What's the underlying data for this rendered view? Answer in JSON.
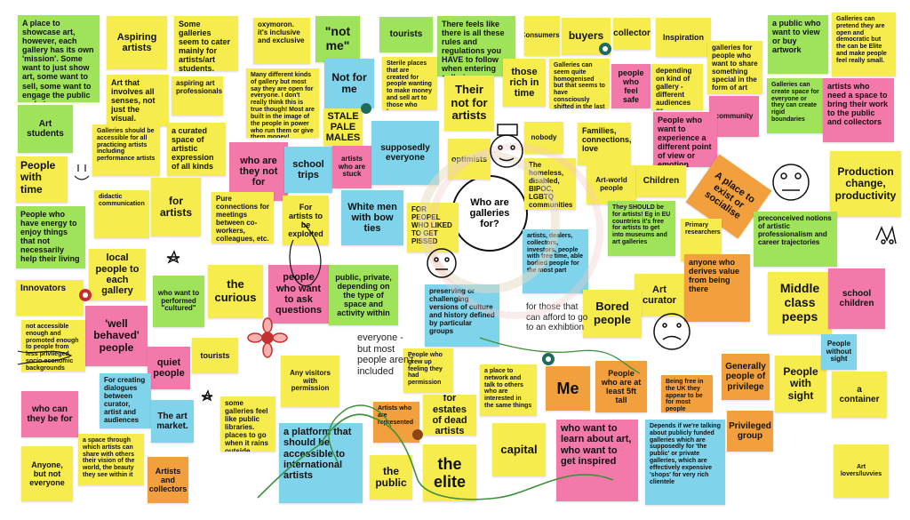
{
  "colors": {
    "yellow": "#f7ec4e",
    "green": "#9fe35a",
    "cyan": "#7fd3ea",
    "pink": "#f279a9",
    "orange": "#f2a03d"
  },
  "center": {
    "title": "Who are galleries for?"
  },
  "notes": {
    "n1": "A place to showcase art, however, each gallery has its own 'mission'. Some want to just show art, some want to sell, some want to engage the public and etc.",
    "n2": "Aspiring artists",
    "n3": "Some galleries seem to cater mainly for artists/art students.",
    "n4": "oxymoron. it's inclusive and exclusive",
    "n5": "\"not me\"",
    "n6": "tourists",
    "n7": "There feels like there is all these rules and regulations you HAVE to follow when entering galleries.",
    "n8": "Consumers?",
    "n9": "buyers",
    "n10": "collector",
    "n11": "Inspiration",
    "n12": "a public who want to view or buy artwork",
    "n13": "Galleries can pretend they are open and democratic but the can be Elite and make people feel really small.",
    "n14": "Art that involves all senses, not just the visual.",
    "n15": "aspiring art professionals",
    "n16": "Many different kinds of gallery but most say they are open for everyone. I don't really think this is true though! Most are built in the image of the people in power who run them or give them money!",
    "n17": "Not for me",
    "n18": "Sterile places that are created for people wanting to make money and sell art to those who have money.",
    "n19": "Their not for artists",
    "n20": "those rich in time",
    "n21": "Galleries can seem quite homogenised but that seems to have consciously shifted in the last year or so.",
    "n22": "people who feel safe",
    "n23": "depending on kind of gallery - different audiences or machinery",
    "n24": "galleries for people who want to share something special in the form of art",
    "n25": "Galleries can create space for everyone or they can create rigid boundaries",
    "n26": "artists who need a space to bring their work to the public and collectors",
    "n27": "Art students",
    "n28": "Galleries should be accessible for all practicing artists including performance artists",
    "n29": "a curated space of artistic expression of all kinds",
    "n30": "STALE PALE MALES",
    "n31": "nobody",
    "n32": "Families, connections, love",
    "n33": "community",
    "n34": "People who want to experience a different point of view or emotion",
    "n35": "People with time",
    "n36": "who are they not for",
    "n37": "school trips",
    "n38": "artists who are stuck",
    "n39": "supposedly everyone",
    "n40": "optimists",
    "n41": "The homeless, disabled, BIPOC, LGBTQ communities",
    "n42": "Art-world people",
    "n43": "Children",
    "n44": "A place to exist or socialise",
    "n45": "Production change, productivity",
    "n46": "didactic communication",
    "n47": "for artists",
    "n48": "Pure connections for meetings between co-workers, colleagues, etc.",
    "n49": "For artists to be exploited",
    "n50": "White men with bow ties",
    "n51": "FOR PEOPEL WHO LIKED TO GET PISSED",
    "n52": "They SHOULD be for artists! Eg in EU countries it's free for artists to get into museums and art galleries",
    "n53": "Primary researchers",
    "n54": "People who have energy to enjoy things that not necessarily help their living",
    "n55": "preconceived notions of artistic professionalism and career trajectories",
    "n56": "local people to each gallery",
    "n57": "artists, dealers, collectors, investors, people with free time, able bodied people for the most part",
    "n58": "Innovators",
    "n59": "who want to performed \"cultured\"",
    "n60": "the curious",
    "n61": "people who want to ask questions",
    "n62": "public, private, depending on the type of space and activity within",
    "n63": "Art curator",
    "n64": "anyone who derives value from being there",
    "n65": "Middle class peeps",
    "n66": "school children",
    "n67": "Bored people",
    "n68": "'well behaved' people",
    "n69": "preserving or challenging versions of culture and history defined by particular groups",
    "n70": "not accessible enough and promoted enough to people from less privileged socio-economic backgrounds",
    "n71": "tourists",
    "n72": "quiet people",
    "n73": "Any visitors with permission",
    "n74": "People who grew up feeling they had permission",
    "n75": "a place to network and talk to others who are interested in the same things",
    "n76": "Me",
    "n77": "People who are at least 5ft tall",
    "n78": "Being free in the UK they appear to be for most people",
    "n79": "Generally people of privilege",
    "n80": "People with sight",
    "n81": "People without sight",
    "n82": "a container",
    "n83": "who can they be for",
    "n84": "For creating dialogues between curator, artist and audiences",
    "n85": "The art market.",
    "n86": "some galleries feel like public libraries. places to go when it rains outside",
    "n87": "Artists who are represented",
    "n88": "for estates of dead artists",
    "n89": "Privileged group",
    "n90": "a space through which artists can share with others their vision of the world, the beauty they see within it",
    "n91": "Anyone, but not everyone",
    "n92": "Artists and collectors",
    "n93": "a platform that should be accessible to international artists",
    "n94": "the public",
    "n95": "the elite",
    "n96": "capital",
    "n97": "who want to learn about art, who want to get inspired",
    "n98": "Depends if we're talking about publicly funded galleries which are supposedly for 'the public' or private galleries, which are effectively expensive 'shops' for very rich clientele",
    "n99": "Art lovers/luvvies"
  },
  "freetext": {
    "t1": "for those that can afford to go to an exhibtion",
    "t2": "everyone - but most people aren't included"
  },
  "icons": [
    "mask-stamp-icon",
    "pin-icon",
    "flower-doodle",
    "star-doodle",
    "face-doodle"
  ]
}
